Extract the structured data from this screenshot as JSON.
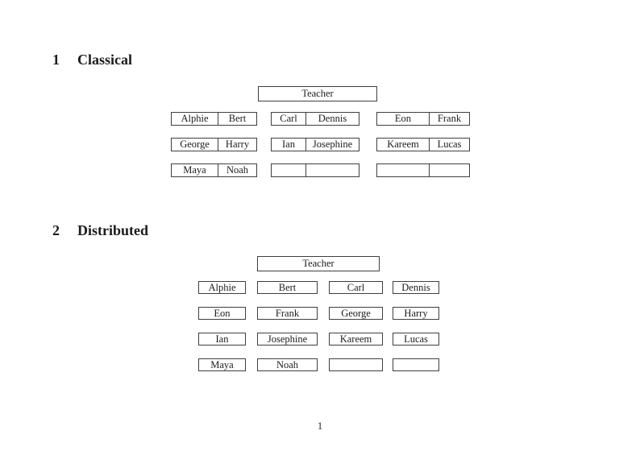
{
  "page": {
    "number": "1",
    "background_color": "#ffffff",
    "border_color": "#3f3f3f",
    "text_color": "#1c1c1c"
  },
  "sections": [
    {
      "number": "1",
      "title": "Classical",
      "teacher_label": "Teacher",
      "rows": [
        [
          [
            "Alphie",
            "Bert"
          ],
          [
            "Carl",
            "Dennis"
          ],
          [
            "Eon",
            "Frank"
          ]
        ],
        [
          [
            "George",
            "Harry"
          ],
          [
            "Ian",
            "Josephine"
          ],
          [
            "Kareem",
            "Lucas"
          ]
        ],
        [
          [
            "Maya",
            "Noah"
          ],
          [
            "",
            ""
          ],
          [
            "",
            ""
          ]
        ]
      ]
    },
    {
      "number": "2",
      "title": "Distributed",
      "teacher_label": "Teacher",
      "rows": [
        [
          "Alphie",
          "Bert",
          "Carl",
          "Dennis"
        ],
        [
          "Eon",
          "Frank",
          "George",
          "Harry"
        ],
        [
          "Ian",
          "Josephine",
          "Kareem",
          "Lucas"
        ],
        [
          "Maya",
          "Noah",
          "",
          ""
        ]
      ]
    }
  ]
}
